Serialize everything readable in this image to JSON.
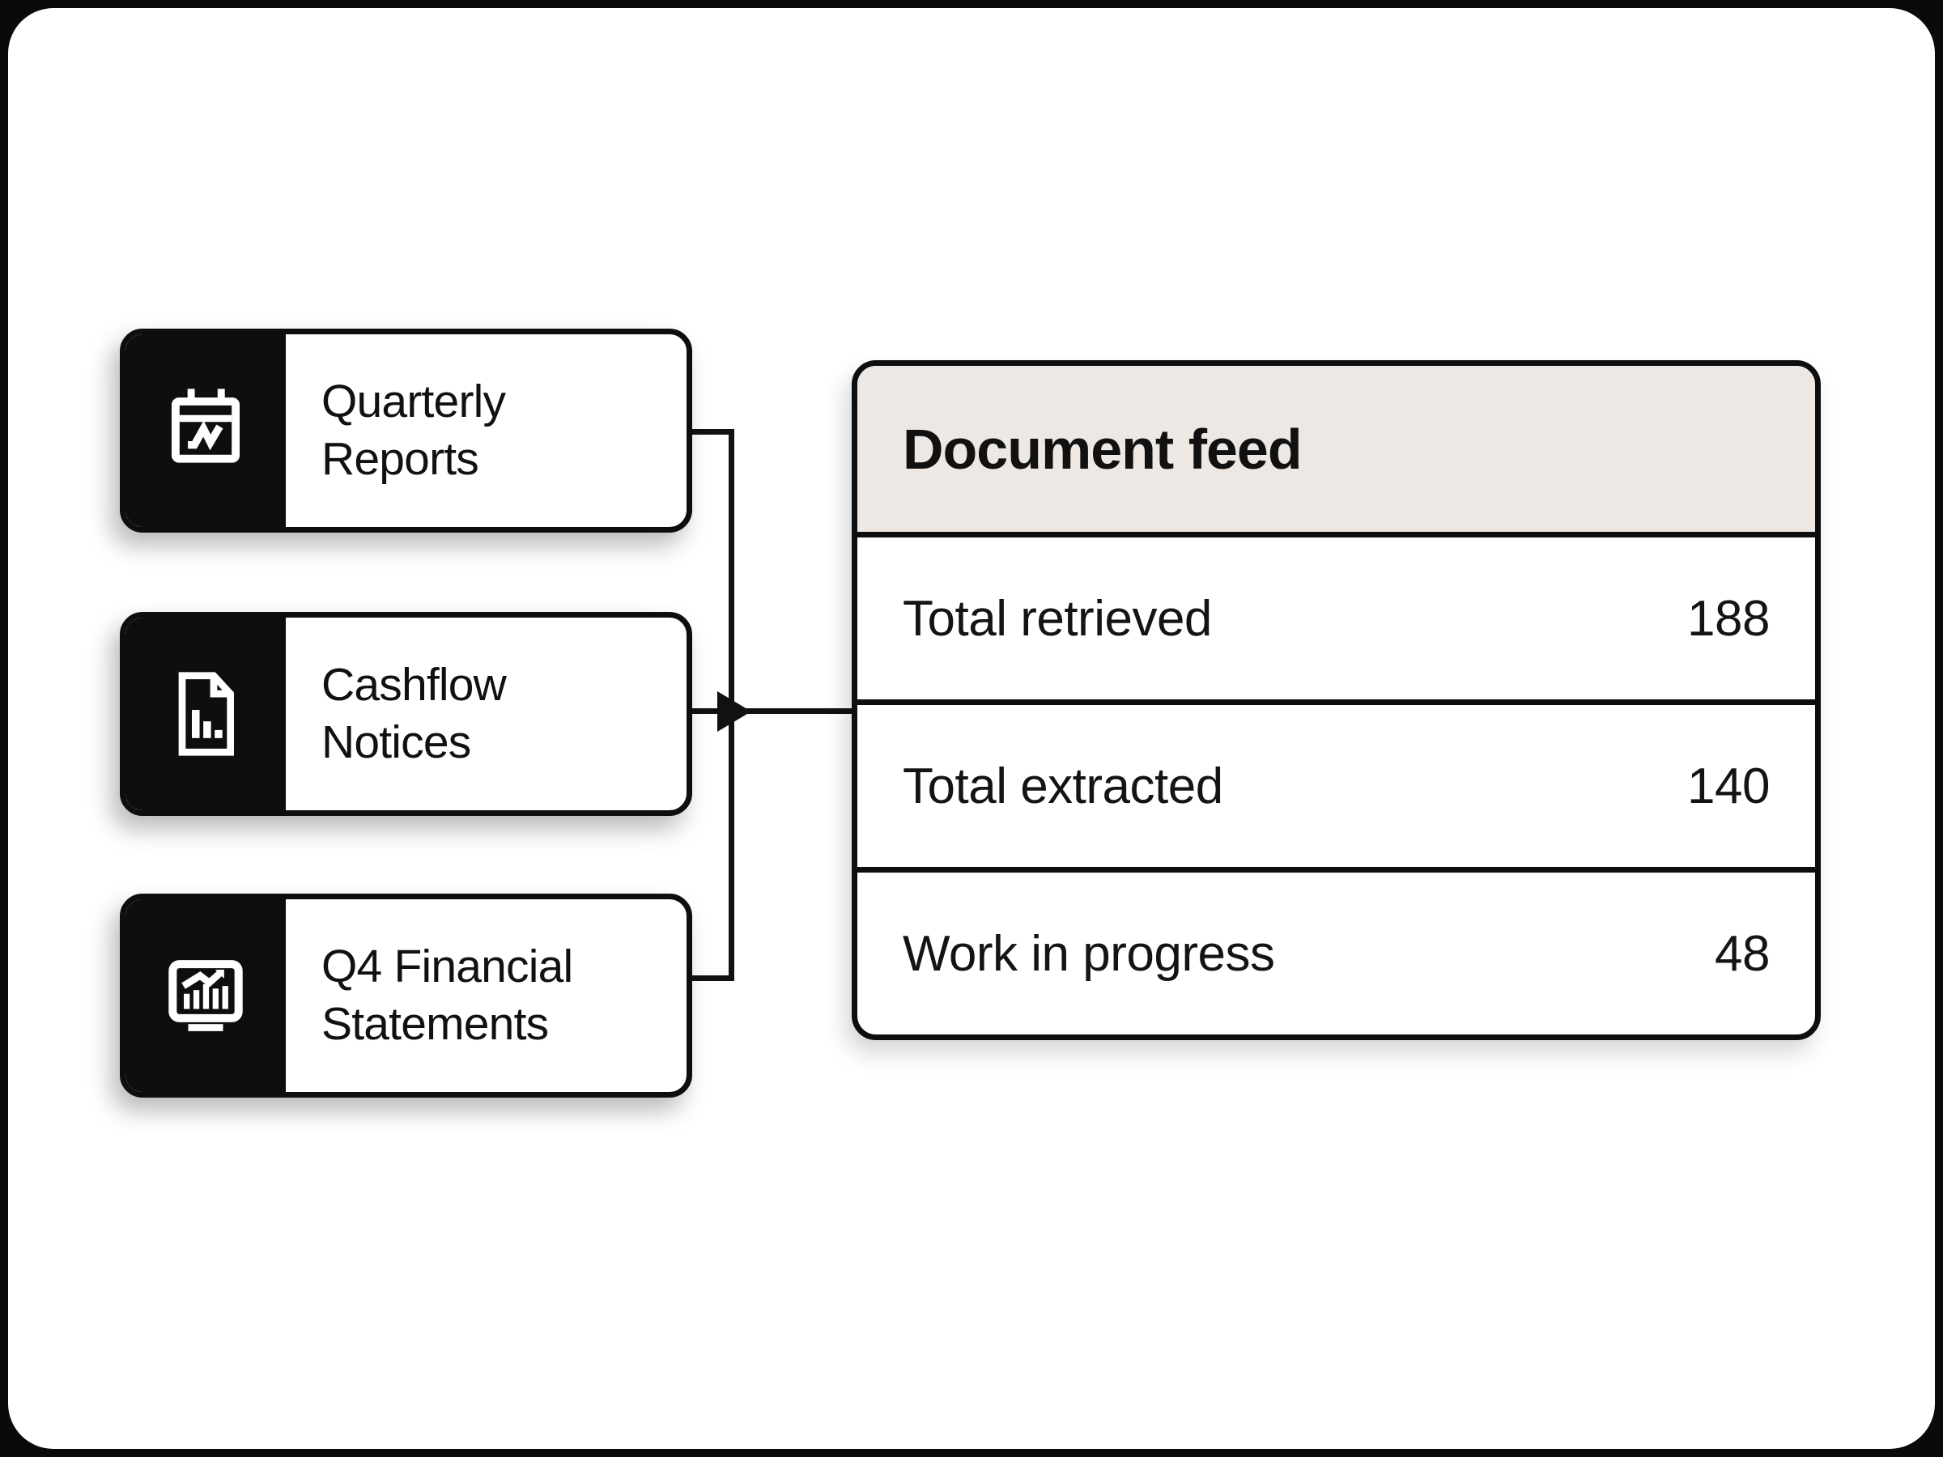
{
  "canvas": {
    "frame_color": "#0a0a0a",
    "surface_color": "#ffffff",
    "accent_header_bg": "#ede8e3",
    "line_color": "#111111"
  },
  "sources": [
    {
      "label": "Quarterly Reports",
      "icon": "calendar-chart-icon"
    },
    {
      "label": "Cashflow Notices",
      "icon": "document-chart-icon"
    },
    {
      "label": "Q4 Financial Statements",
      "icon": "presentation-chart-icon"
    }
  ],
  "feed": {
    "title": "Document feed",
    "rows": [
      {
        "label": "Total retrieved",
        "value": "188"
      },
      {
        "label": "Total extracted",
        "value": "140"
      },
      {
        "label": "Work in progress",
        "value": "48"
      }
    ]
  }
}
